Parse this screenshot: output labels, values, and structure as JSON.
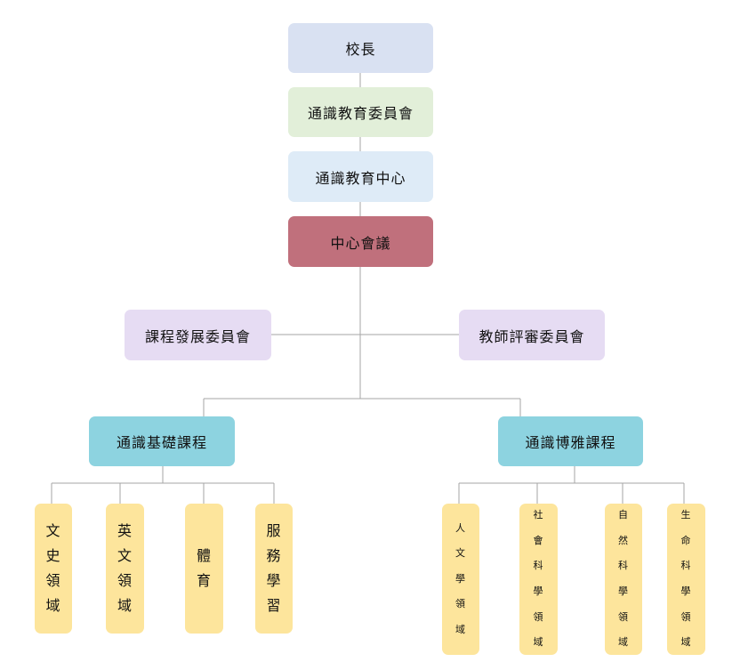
{
  "colors": {
    "principal": "#d9e1f2",
    "committee": "#e2efd9",
    "center": "#deebf7",
    "meeting": "#c0707c",
    "purple": "#e6dcf3",
    "teal": "#8dd3e0",
    "yellow": "#fde59c",
    "line": "#a6a6a6"
  },
  "nodes": {
    "principal": "校長",
    "ge_committee": "通識教育委員會",
    "ge_center": "通識教育中心",
    "center_meeting": "中心會議",
    "curriculum_committee": "課程發展委員會",
    "teacher_review_committee": "教師評審委員會",
    "basic_courses": "通識基礎課程",
    "broad_courses": "通識博雅課程",
    "basic_children": [
      "文史領域",
      "英文領域",
      "體育",
      "服務學習"
    ],
    "broad_children": [
      "人文學領域",
      "社會科學領域",
      "自然科學領域",
      "生命科學領域"
    ]
  }
}
